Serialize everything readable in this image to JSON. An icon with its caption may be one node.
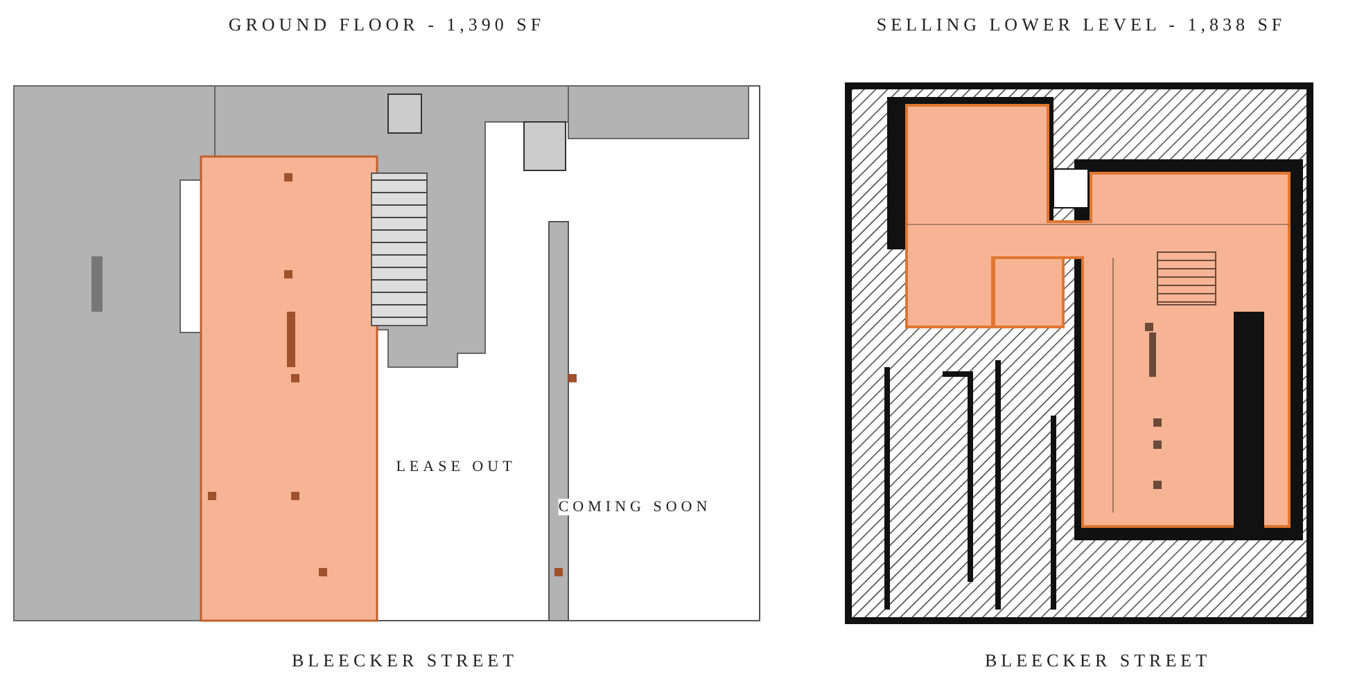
{
  "diagram": {
    "labels": [
      "GROUND FLOOR - 1,390 SF",
      "SELLING LOWER LEVEL - 1,838 SF",
      "LEASE OUT",
      "COMING SOON",
      "BLEECKER STREET",
      "BLEECKER STREET"
    ]
  }
}
